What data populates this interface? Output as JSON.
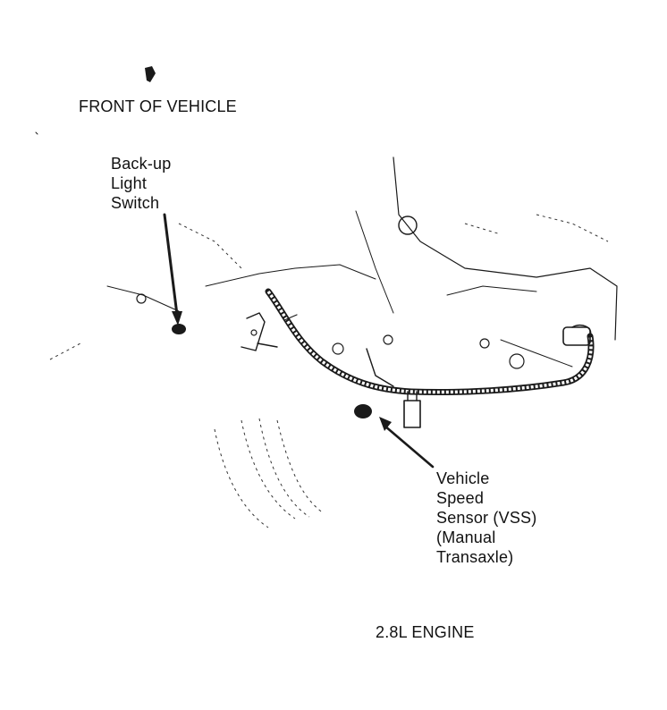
{
  "labels": {
    "front": "FRONT OF VEHICLE",
    "backup": [
      "Back-up",
      "Light",
      "Switch"
    ],
    "vss": [
      "Vehicle",
      "Speed",
      "Sensor (VSS)",
      "(Manual",
      "Transaxle)"
    ],
    "engine": "2.8L ENGINE"
  },
  "icons": {
    "direction": "direction-arrow-icon"
  }
}
